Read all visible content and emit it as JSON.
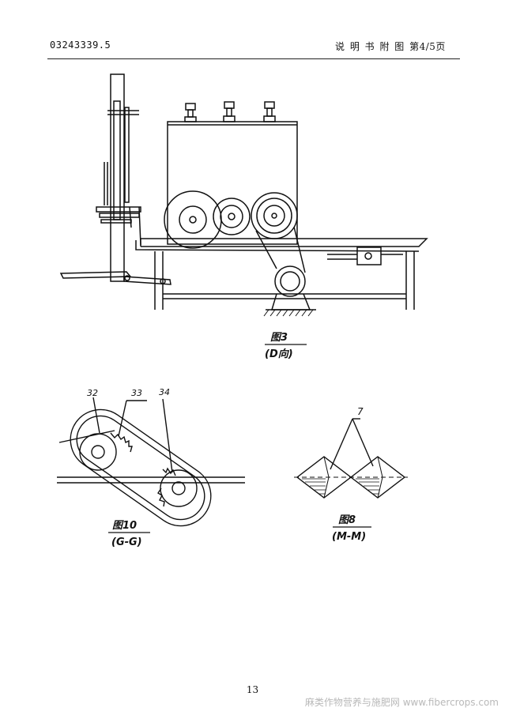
{
  "header": {
    "doc_number": "03243339.5",
    "section_title": "说 明 书 附 图",
    "page_indicator": "第4/5页"
  },
  "figures": {
    "fig3": {
      "title": "图3",
      "subtitle": "(D向)"
    },
    "fig10": {
      "title": "图10",
      "subtitle": "(G-G)",
      "labels": [
        "32",
        "33",
        "34"
      ]
    },
    "fig8": {
      "title": "图8",
      "subtitle": "(M-M)",
      "label": "7"
    }
  },
  "footer": {
    "page_number": "13"
  },
  "watermark": "麻类作物营养与施肥网 www.fibercrops.com"
}
